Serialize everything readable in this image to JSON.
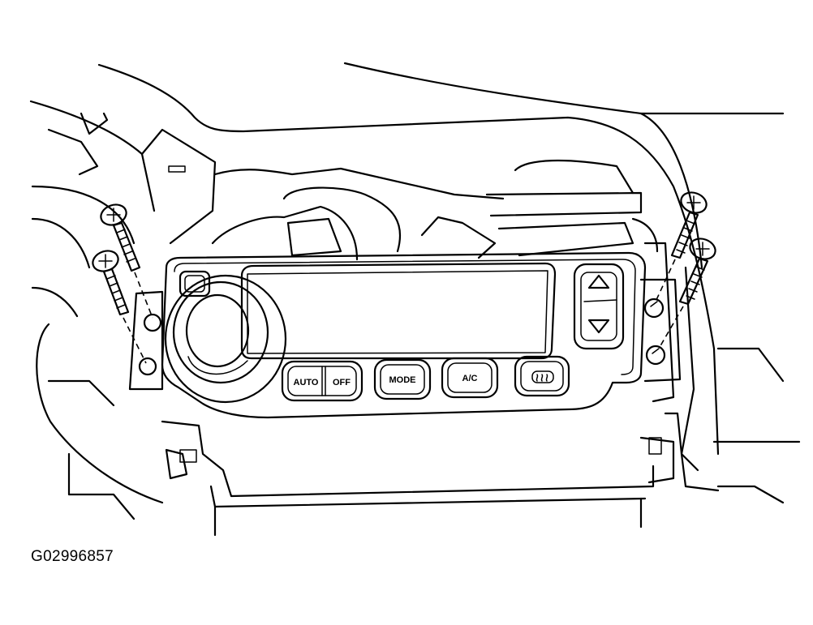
{
  "figure": {
    "id": "G02996857"
  },
  "control_panel": {
    "buttons": {
      "auto": "AUTO",
      "off": "OFF",
      "mode": "MODE",
      "ac": "A/C"
    },
    "icons": [
      "rear-defroster-icon",
      "temperature-up-icon",
      "temperature-down-icon"
    ]
  },
  "fasteners": {
    "screw_count": 4
  }
}
